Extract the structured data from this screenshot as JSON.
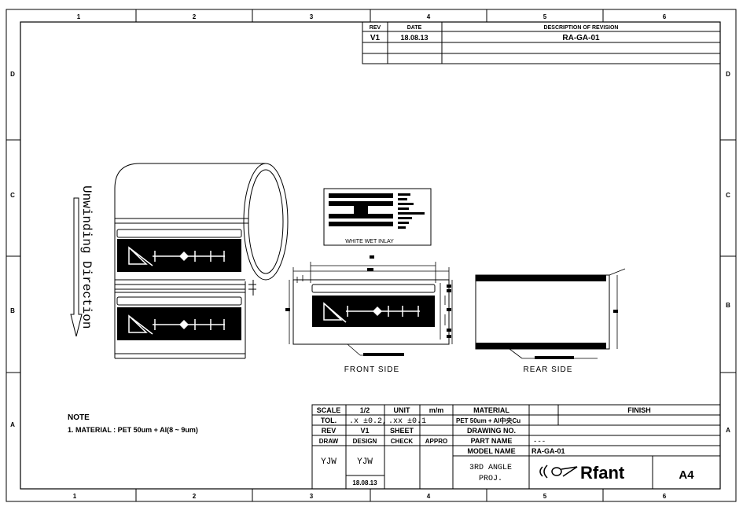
{
  "zones": {
    "columns": [
      "1",
      "2",
      "3",
      "4",
      "5",
      "6"
    ],
    "rows": [
      "D",
      "C",
      "B",
      "A"
    ]
  },
  "revision_table": {
    "headers": {
      "rev": "REV",
      "date": "DATE",
      "description": "DESCRIPTION OF REVISION"
    },
    "rows": [
      {
        "rev": "V1",
        "date": "18.08.13",
        "description": "RA-GA-01"
      }
    ]
  },
  "drawing": {
    "unwinding_label": "Unwinding Direction",
    "inlay_label": "WHITE WET INLAY",
    "front_side_label": "FRONT SIDE",
    "rear_side_label": "REAR SIDE"
  },
  "note": {
    "title": "NOTE",
    "line1": "1. MATERIAL : PET 50um + Al(8 ~ 9um)"
  },
  "title_block": {
    "scale_label": "SCALE",
    "scale_value": "1/2",
    "unit_label": "UNIT",
    "unit_value": "m/m",
    "tol_label": "TOL.",
    "tol_value1": ".x ±0.2,",
    "tol_value2": ".xx ±0.1",
    "rev_label": "REV",
    "rev_value": "V1",
    "sheet_label": "SHEET",
    "draw_label": "DRAW",
    "design_label": "DESIGN",
    "check_label": "CHECK",
    "appro_label": "APPRO",
    "draw_value": "YJW",
    "design_value": "YJW",
    "design_date": "18.08.13",
    "material_label": "MATERIAL",
    "material_value": "PET 50um + Al中央Cu",
    "finish_label": "FINISH",
    "drawing_no_label": "DRAWING NO.",
    "part_name_label": "PART NAME",
    "part_name_value": "---",
    "model_name_label": "MODEL NAME",
    "model_name_value": "RA-GA-01",
    "projection": "3RD ANGLE\nPROJ.",
    "projection_line1": "3RD ANGLE",
    "projection_line2": "PROJ.",
    "company": "Rfant",
    "paper_size": "A4"
  }
}
